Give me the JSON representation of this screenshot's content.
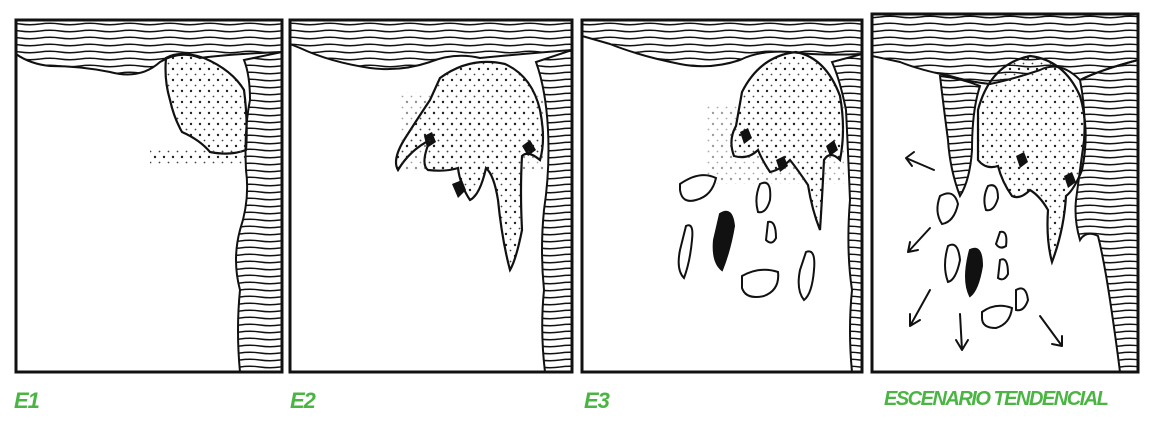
{
  "panels": [
    {
      "id": "e1",
      "caption": "E1",
      "stage": 1
    },
    {
      "id": "e2",
      "caption": "E2",
      "stage": 2
    },
    {
      "id": "e3",
      "caption": "E3",
      "stage": 3
    },
    {
      "id": "tendencial",
      "caption": "ESCENARIO TENDENCIAL",
      "stage": 4
    }
  ],
  "colors": {
    "ink": "#111111",
    "caption": "#4bb543",
    "paper": "#ffffff"
  }
}
